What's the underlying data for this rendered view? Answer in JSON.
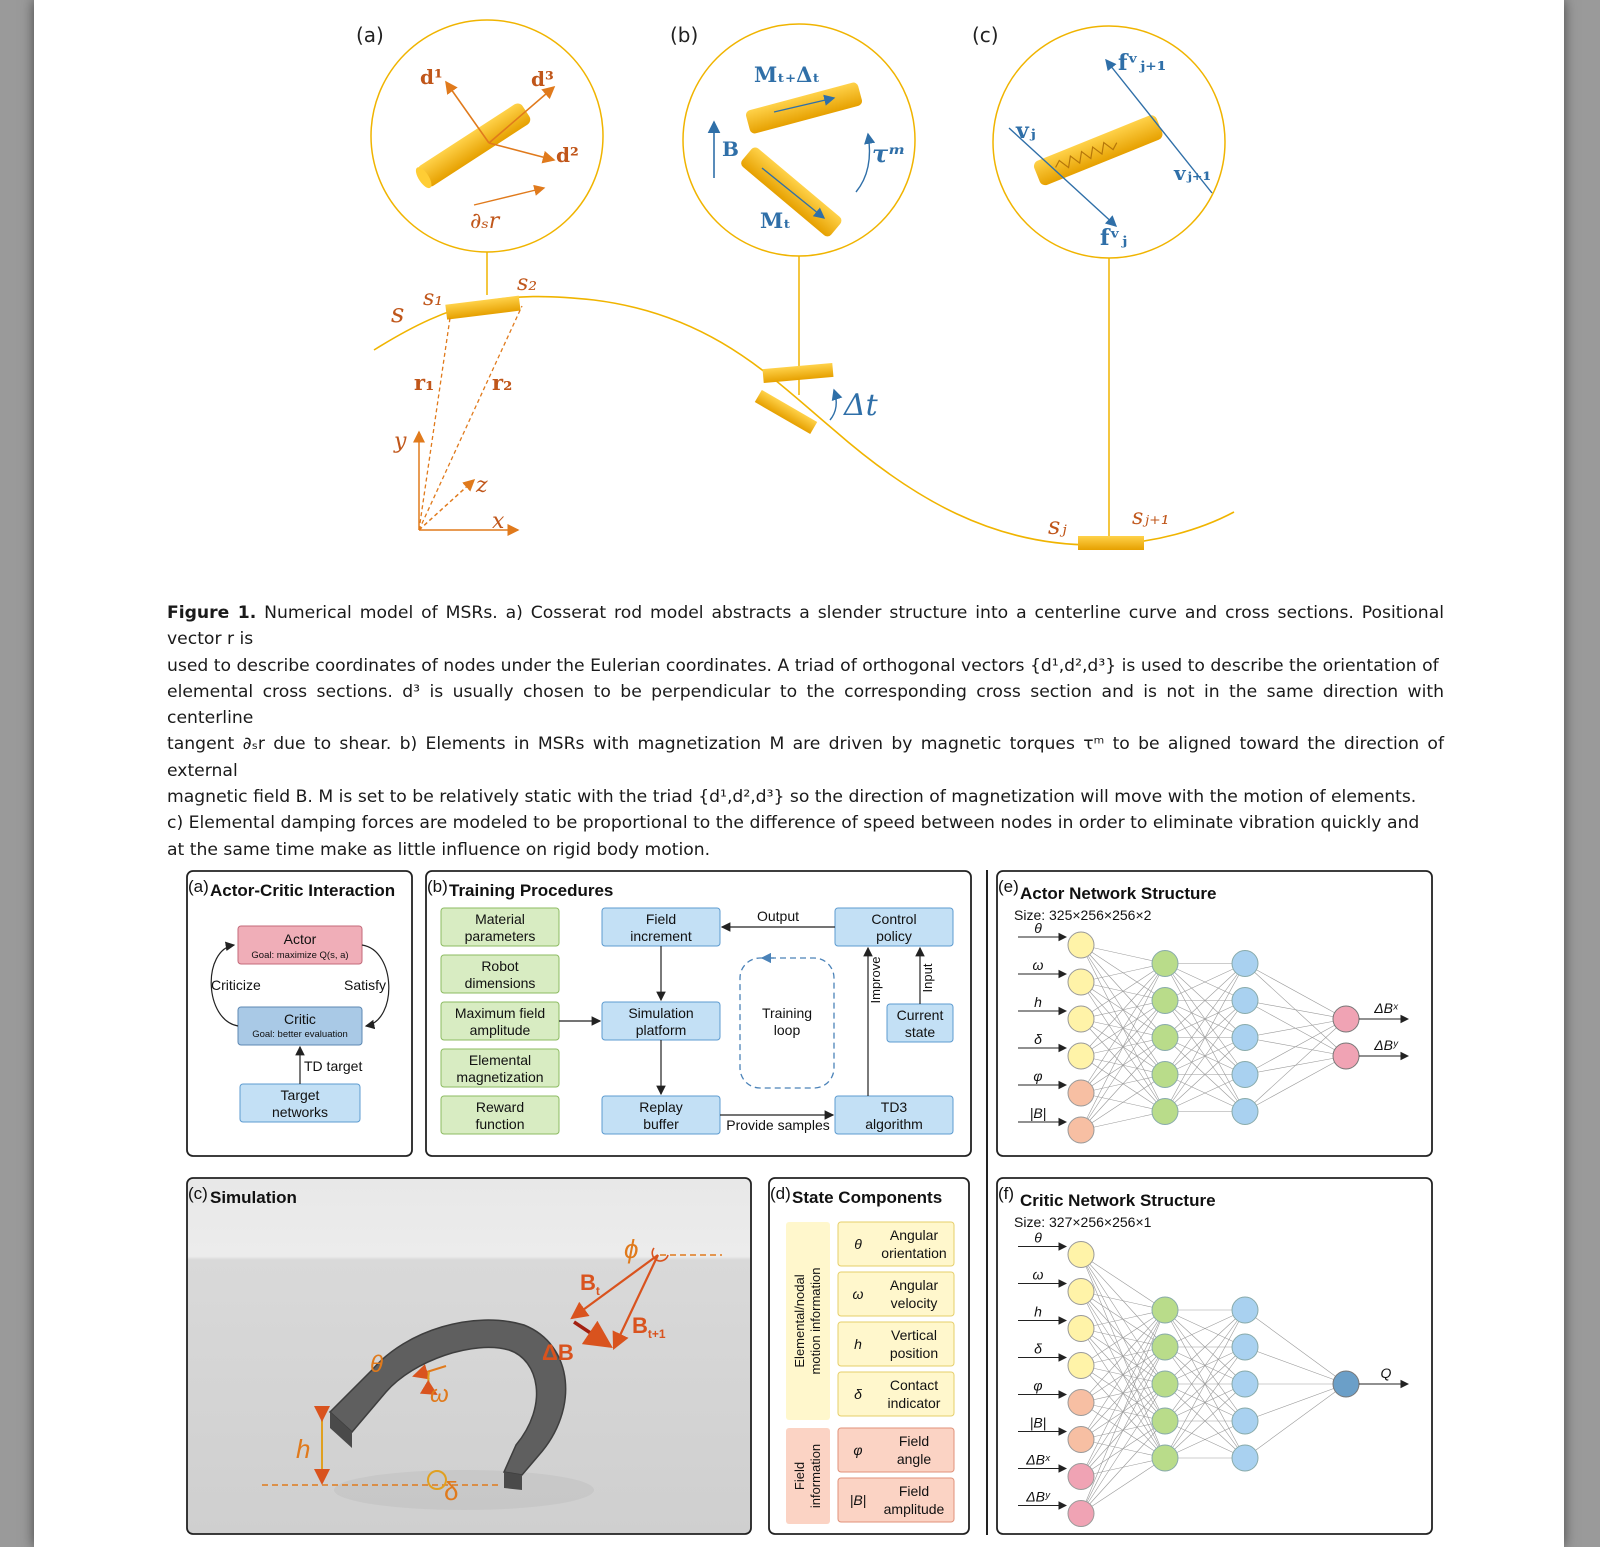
{
  "figure1": {
    "panel_labels": [
      "(a)",
      "(b)",
      "(c)"
    ],
    "panel_a": {
      "d1": "d¹",
      "d2": "d²",
      "d3": "d³",
      "dsr": "∂ₛr",
      "s": "s",
      "s1": "s₁",
      "s2": "s₂",
      "r1": "r₁",
      "r2": "r₂",
      "x": "x",
      "y": "y",
      "z": "z"
    },
    "panel_b": {
      "m_next": "Mₜ₊Δₜ",
      "m_t": "Mₜ",
      "b": "B",
      "tau": "τᵐ",
      "dt": "Δt"
    },
    "panel_c": {
      "f_next": "fᵛⱼ₊₁",
      "f_j": "fᵛⱼ",
      "v_j": "vⱼ",
      "v_next": "vⱼ₊₁",
      "s_j": "sⱼ",
      "s_next": "sⱼ₊₁"
    },
    "caption": {
      "label": "Figure 1.",
      "lines": [
        "Numerical model of MSRs. a) Cosserat rod model abstracts a slender structure into a centerline curve and cross sections. Positional vector r is",
        "used to describe coordinates of nodes under the Eulerian coordinates. A triad of orthogonal vectors {d¹,d²,d³} is used to describe the orientation of",
        "elemental cross sections. d³ is usually chosen to be perpendicular to the corresponding cross section and is not in the same direction with centerline",
        "tangent ∂ₛr due to shear. b) Elements in MSRs with magnetization M are driven by magnetic torques τᵐ to be aligned toward the direction of external",
        "magnetic field B. M is set to be relatively static with the triad {d¹,d²,d³} so the direction of magnetization will move with the motion of elements.",
        "c) Elemental damping forces are modeled to be proportional to the difference of speed between nodes in order to eliminate vibration quickly and",
        "at the same time make as little influence on rigid body motion."
      ]
    }
  },
  "figure2": {
    "panel_a": {
      "tag": "(a)",
      "title": "Actor-Critic Interaction",
      "actor": "Actor",
      "actor_goal": "Goal: maximize Q(s, a)",
      "critic": "Critic",
      "critic_goal": "Goal: better evaluation",
      "criticize": "Criticize",
      "satisfy": "Satisfy",
      "td_target": "TD target",
      "target_1": "Target",
      "target_2": "networks"
    },
    "panel_b": {
      "tag": "(b)",
      "title": "Training Procedures",
      "inputs": [
        [
          "Material",
          "parameters"
        ],
        [
          "Robot",
          "dimensions"
        ],
        [
          "Maximum field",
          "amplitude"
        ],
        [
          "Elemental",
          "magnetization"
        ],
        [
          "Reward",
          "function"
        ]
      ],
      "field_increment": [
        "Field",
        "increment"
      ],
      "simulation_platform": [
        "Simulation",
        "platform"
      ],
      "replay_buffer": [
        "Replay",
        "buffer"
      ],
      "control_policy": [
        "Control",
        "policy"
      ],
      "current_state": [
        "Current",
        "state"
      ],
      "td3": [
        "TD3",
        "algorithm"
      ],
      "training_loop": [
        "Training",
        "loop"
      ],
      "output": "Output",
      "provide_samples": "Provide samples",
      "improve": "Improve",
      "input": "Input"
    },
    "panel_c": {
      "tag": "(c)",
      "title": "Simulation",
      "phi": "ϕ",
      "bt": "B",
      "bt_sub": "t",
      "bt1": "B",
      "bt1_sub": "t+1",
      "db": "ΔB",
      "theta": "θ",
      "omega": "ω",
      "h": "h",
      "delta": "δ"
    },
    "panel_d": {
      "tag": "(d)",
      "title": "State Components",
      "group_motion_1": "Elemental/nodal",
      "group_motion_2": "motion information",
      "group_field_1": "Field",
      "group_field_2": "information",
      "items": [
        {
          "sym": "θ",
          "l1": "Angular",
          "l2": "orientation"
        },
        {
          "sym": "ω",
          "l1": "Angular",
          "l2": "velocity"
        },
        {
          "sym": "h",
          "l1": "Vertical",
          "l2": "position"
        },
        {
          "sym": "δ",
          "l1": "Contact",
          "l2": "indicator"
        },
        {
          "sym": "φ",
          "l1": "Field",
          "l2": "angle"
        },
        {
          "sym": "|B|",
          "l1": "Field",
          "l2": "amplitude"
        }
      ]
    },
    "panel_e": {
      "tag": "(e)",
      "title": "Actor Network Structure",
      "size": "Size: 325×256×256×2",
      "inputs": [
        "θ",
        "ω",
        "h",
        "δ",
        "φ",
        "|B|"
      ],
      "outputs": [
        "ΔBˣ",
        "ΔBʸ"
      ]
    },
    "panel_f": {
      "tag": "(f)",
      "title": "Critic Network Structure",
      "size": "Size: 327×256×256×1",
      "inputs": [
        "θ",
        "ω",
        "h",
        "δ",
        "φ",
        "|B|",
        "ΔBˣ",
        "ΔBʸ"
      ],
      "outputs": [
        "Q"
      ]
    },
    "colors": {
      "yellow": "#fff3a8",
      "orange": "#f7bfa3",
      "pink": "#f0a3b4",
      "green": "#b9dc8a",
      "blue": "#a9d1f0",
      "dark_blue": "#6b9fc8",
      "box_green": "#d8ecc2",
      "box_blue": "#c3e0f5",
      "box_red": "#f0aeb8",
      "box_steel": "#a9c9e6",
      "rod": "#f0b400",
      "accent": "#d9531e"
    }
  }
}
